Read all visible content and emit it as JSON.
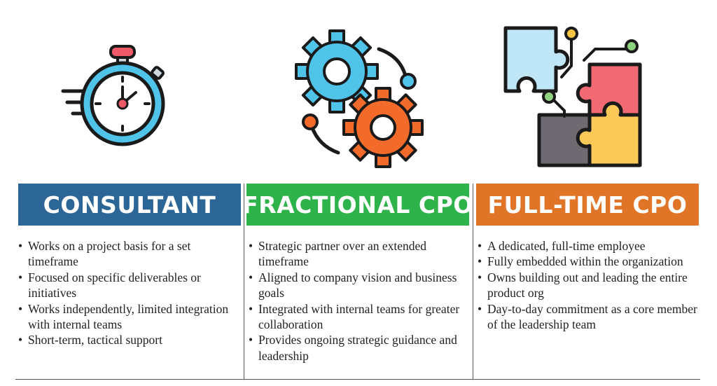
{
  "columns": [
    {
      "title": "CONSULTANT",
      "color": "#2c6697",
      "icon": "stopwatch-icon",
      "bullets": [
        "Works on a project basis for a set timeframe",
        "Focused on specific deliverables or initiatives",
        "Works independently, limited integration with internal teams",
        "Short-term, tactical support"
      ]
    },
    {
      "title": "FRACTIONAL CPO",
      "color": "#2eb34a",
      "icon": "gears-icon",
      "bullets": [
        "Strategic partner over an extended timeframe",
        "Aligned to company vision and business goals",
        "Integrated with internal teams for greater collaboration",
        "Provides ongoing strategic guidance and leadership"
      ]
    },
    {
      "title": "FULL-TIME CPO",
      "color": "#e07528",
      "icon": "puzzle-icon",
      "bullets": [
        "A dedicated, full-time employee",
        "Fully embedded within the organization",
        "Owns building out and leading the entire product org",
        "Day-to-day commitment as a core member of the leadership team"
      ]
    }
  ]
}
